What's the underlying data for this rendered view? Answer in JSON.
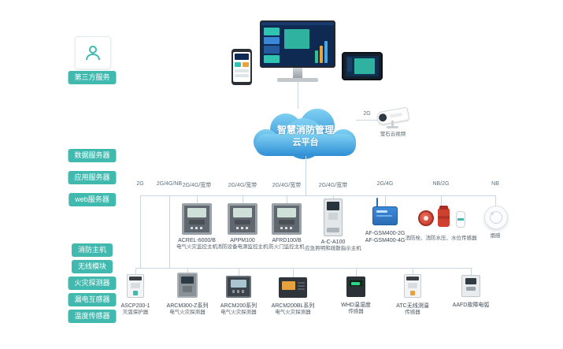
{
  "third_party": {
    "label": "第三方服务"
  },
  "cloud": {
    "line1": "智慧消防管理",
    "line2": "云平台"
  },
  "camera": {
    "network": "2G",
    "caption": "萤石云视频"
  },
  "servers": [
    "数据服务器",
    "应用服务器",
    "web服务器"
  ],
  "categories": [
    "消防主机",
    "无线模块",
    "火灾探测器",
    "漏电互感器",
    "温度传感器"
  ],
  "networks": [
    "2G",
    "2G/4G/NB",
    "2G/4G/宽带",
    "2G/4G/宽带",
    "2G/4G/宽带",
    "2G/4G/宽带",
    "2G/4G",
    "NB/2G",
    "NB"
  ],
  "middle": [
    {
      "l1": "ACREL-6000/B",
      "l2": "电气火灾监控主机"
    },
    {
      "l1": "APPM100",
      "l2": "消防设备电源监控主机"
    },
    {
      "l1": "AFRD100/B",
      "l2": "防火门监控主机"
    },
    {
      "l1": "A-C-A100",
      "l2": "应急照明和疏散指示主机"
    },
    {
      "l1": "AF-GSM400-2G",
      "l2": "AF-GSM400-4G"
    },
    {
      "l1": "消防栓、消防水压、水位传感器",
      "l2": ""
    },
    {
      "l1": "烟感",
      "l2": ""
    }
  ],
  "bottom": [
    {
      "l1": "ASCP200-1",
      "l2": "灭弧保护器"
    },
    {
      "l1": "ARCM300-Z系列",
      "l2": "电气火灾探测器"
    },
    {
      "l1": "ARCM200系列",
      "l2": "电气火灾探测器"
    },
    {
      "l1": "ARCM200BL系列",
      "l2": "电气火灾探测器"
    },
    {
      "l1": "WHD温湿度",
      "l2": "传感器"
    },
    {
      "l1": "ATC无线测温",
      "l2": "传感器"
    },
    {
      "l1": "AAFD故障电弧",
      "l2": ""
    }
  ],
  "colors": {
    "teal": "#41b9ae",
    "cloud_top": "#7fd0f2",
    "cloud_bottom": "#2f8fd6",
    "line": "#c9d8e0"
  }
}
